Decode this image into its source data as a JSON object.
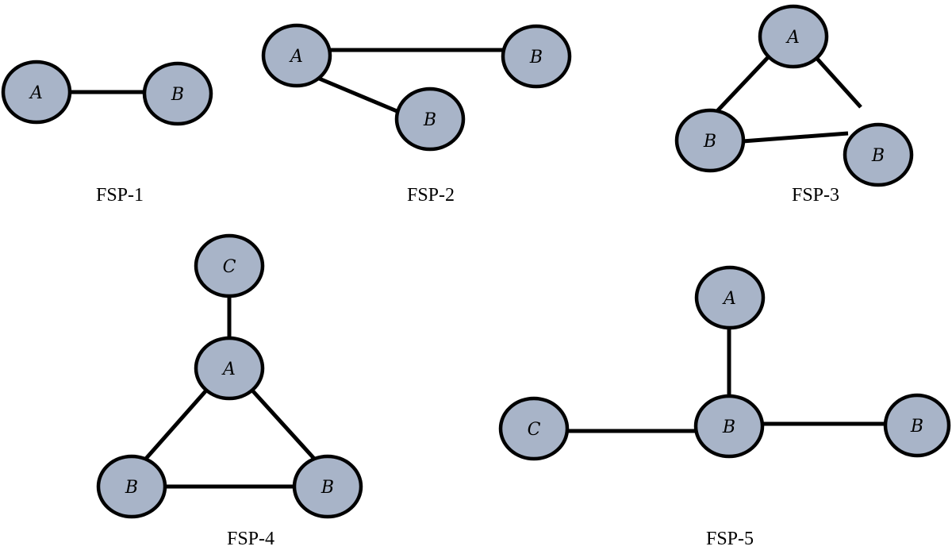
{
  "colors": {
    "node_fill": "#a8b4c8",
    "stroke": "#000000",
    "background": "#ffffff"
  },
  "figures": [
    {
      "caption": "FSP-1",
      "nodes": [
        "A",
        "B"
      ]
    },
    {
      "caption": "FSP-2",
      "nodes": [
        "A",
        "B",
        "B"
      ]
    },
    {
      "caption": "FSP-3",
      "nodes": [
        "A",
        "B",
        "B"
      ]
    },
    {
      "caption": "FSP-4",
      "nodes": [
        "C",
        "A",
        "B",
        "B"
      ]
    },
    {
      "caption": "FSP-5",
      "nodes": [
        "A",
        "C",
        "B",
        "B"
      ]
    }
  ]
}
